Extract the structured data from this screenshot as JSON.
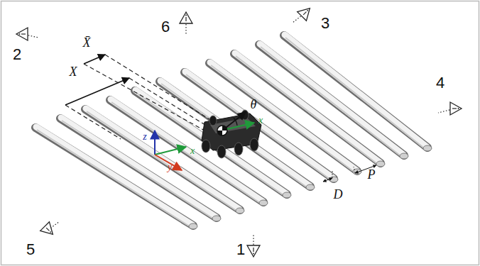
{
  "diagram": {
    "labels": [
      "2",
      "X̄",
      "X",
      "6",
      "3",
      "θ",
      "x",
      "z",
      "x",
      "y",
      "4",
      "D",
      "P",
      "5",
      "1"
    ]
  }
}
